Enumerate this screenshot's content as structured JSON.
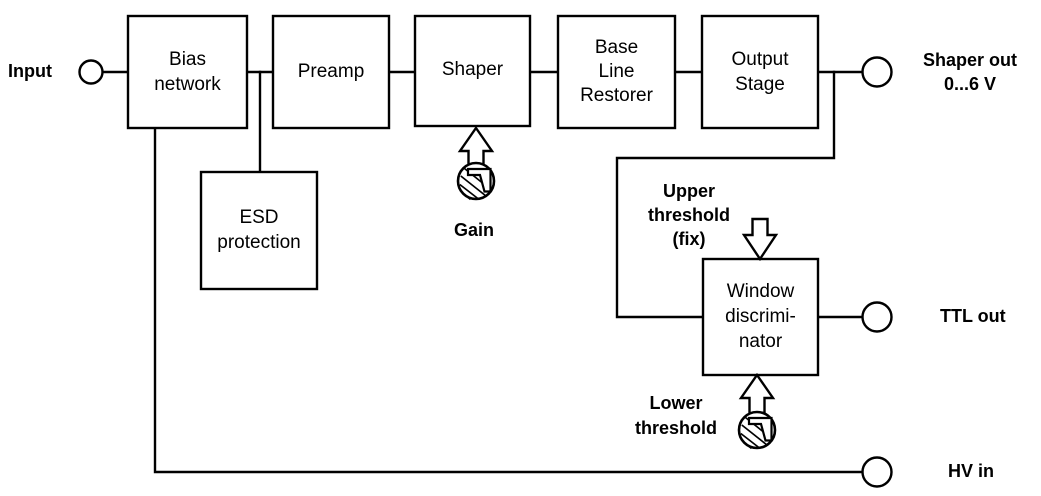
{
  "diagram": {
    "title": "Detector front-end signal chain block diagram",
    "stroke_color": "#000000",
    "background_color": "#ffffff",
    "blocks": [
      {
        "id": "bias_network",
        "lines": [
          "Bias",
          "network"
        ]
      },
      {
        "id": "preamp",
        "lines": [
          "Preamp"
        ]
      },
      {
        "id": "shaper",
        "lines": [
          "Shaper"
        ]
      },
      {
        "id": "base_line_restorer",
        "lines": [
          "Base",
          "Line",
          "Restorer"
        ]
      },
      {
        "id": "output_stage",
        "lines": [
          "Output",
          "Stage"
        ]
      },
      {
        "id": "esd_protection",
        "lines": [
          "ESD",
          "protection"
        ]
      },
      {
        "id": "window_discriminator",
        "lines": [
          "Window",
          "discrimi-",
          "nator"
        ]
      }
    ],
    "block_text": {
      "bias_network_line1": "Bias",
      "bias_network_line2": "network",
      "preamp_line1": "Preamp",
      "shaper_line1": "Shaper",
      "blr_line1": "Base",
      "blr_line2": "Line",
      "blr_line3": "Restorer",
      "output_stage_line1": "Output",
      "output_stage_line2": "Stage",
      "esd_line1": "ESD",
      "esd_line2": "protection",
      "windisc_line1": "Window",
      "windisc_line2": "discrimi-",
      "windisc_line3": "nator"
    },
    "terminals": {
      "input": "Input",
      "shaper_out_line1": "Shaper out",
      "shaper_out_line2": "0...6 V",
      "ttl_out": "TTL out",
      "hv_in": "HV in"
    },
    "controls": {
      "gain": "Gain",
      "upper_threshold_line1": "Upper",
      "upper_threshold_line2": "threshold",
      "upper_threshold_line3": "(fix)",
      "lower_threshold_line1": "Lower",
      "lower_threshold_line2": "threshold"
    },
    "icons": {
      "gain_trimmer": "potentiometer-trimmer-icon",
      "lower_threshold_trimmer": "potentiometer-trimmer-icon",
      "upper_threshold_arrow": "hollow-arrow-down-icon",
      "gain_arrow": "hollow-arrow-up-icon",
      "lower_threshold_arrow": "hollow-arrow-up-icon",
      "input_terminal": "terminal-circle-icon",
      "shaper_out_terminal": "terminal-circle-icon",
      "ttl_out_terminal": "terminal-circle-icon",
      "hv_in_terminal": "terminal-circle-icon"
    }
  }
}
